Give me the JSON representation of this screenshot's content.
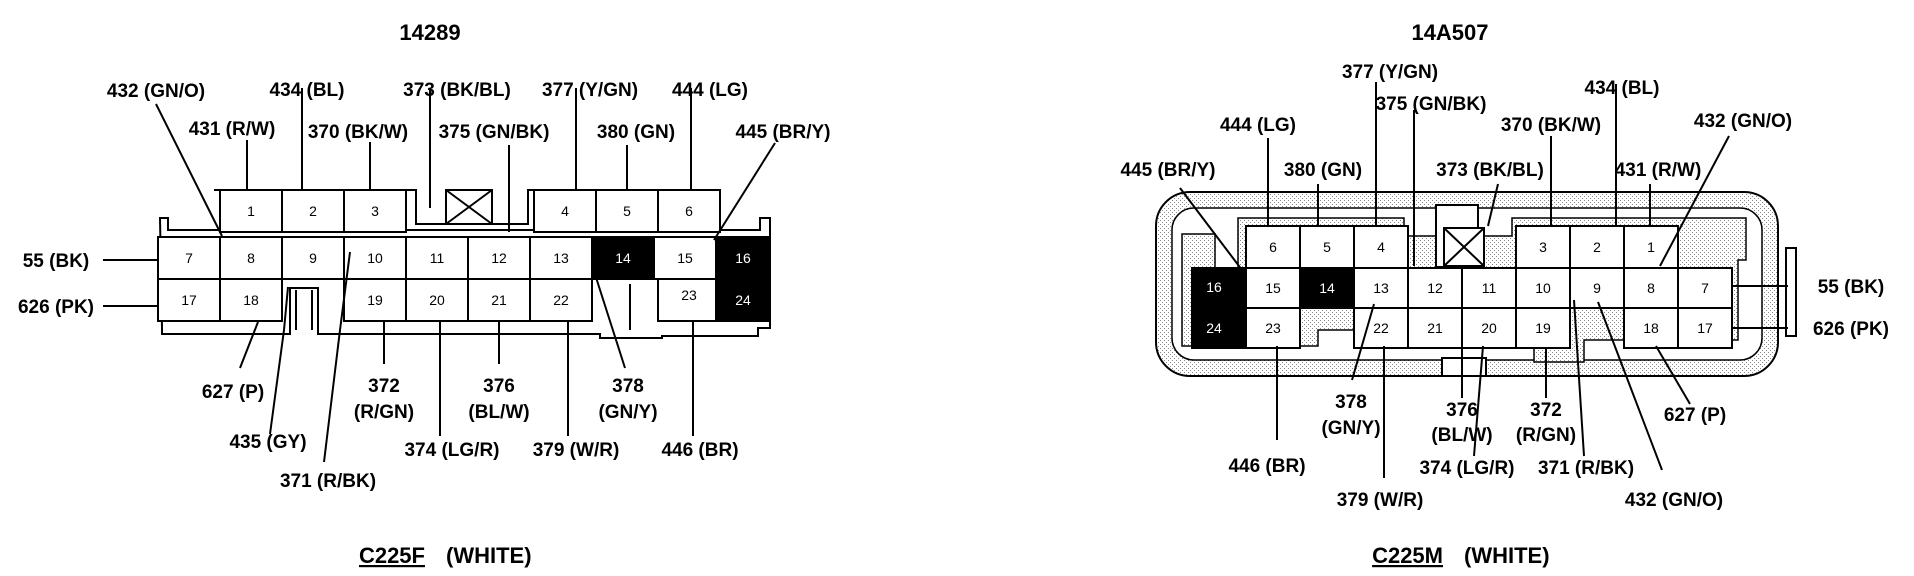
{
  "left": {
    "part": "14289",
    "connector": {
      "id": "C225F",
      "color": "(WHITE)"
    },
    "pins": {
      "p1": "1",
      "p2": "2",
      "p3": "3",
      "p4": "4",
      "p5": "5",
      "p6": "6",
      "p7": "7",
      "p8": "8",
      "p9": "9",
      "p10": "10",
      "p11": "11",
      "p12": "12",
      "p13": "13",
      "p14": "14",
      "p15": "15",
      "p16": "16",
      "p17": "17",
      "p18": "18",
      "p19": "19",
      "p20": "20",
      "p21": "21",
      "p22": "22",
      "p23": "23",
      "p24": "24"
    },
    "wires": {
      "w432": "432 (GN/O)",
      "w434": "434 (BL)",
      "w373": "373 (BK/BL)",
      "w377": "377 (Y/GN)",
      "w444": "444 (LG)",
      "w431": "431 (R/W)",
      "w370": "370 (BK/W)",
      "w375": "375 (GN/BK)",
      "w380": "380 (GN)",
      "w445": "445 (BR/Y)",
      "w55": "55 (BK)",
      "w626": "626 (PK)",
      "w627": "627 (P)",
      "w372a": "372",
      "w372b": "(R/GN)",
      "w376a": "376",
      "w376b": "(BL/W)",
      "w378a": "378",
      "w378b": "(GN/Y)",
      "w435": "435 (GY)",
      "w374": "374 (LG/R)",
      "w379": "379 (W/R)",
      "w446": "446 (BR)",
      "w371": "371 (R/BK)"
    }
  },
  "right": {
    "part": "14A507",
    "connector": {
      "id": "C225M",
      "color": "(WHITE)"
    },
    "pins": {
      "p1": "1",
      "p2": "2",
      "p3": "3",
      "p4": "4",
      "p5": "5",
      "p6": "6",
      "p7": "7",
      "p8": "8",
      "p9": "9",
      "p10": "10",
      "p11": "11",
      "p12": "12",
      "p13": "13",
      "p14": "14",
      "p15": "15",
      "p16": "16",
      "p17": "17",
      "p18": "18",
      "p19": "19",
      "p20": "20",
      "p21": "21",
      "p22": "22",
      "p23": "23",
      "p24": "24"
    },
    "wires": {
      "w377": "377 (Y/GN)",
      "w375": "375 (GN/BK)",
      "w434": "434 (BL)",
      "w444": "444 (LG)",
      "w370": "370 (BK/W)",
      "w432top": "432 (GN/O)",
      "w445": "445 (BR/Y)",
      "w380": "380 (GN)",
      "w373": "373 (BK/BL)",
      "w431": "431 (R/W)",
      "w55": "55 (BK)",
      "w626": "626 (PK)",
      "w378a": "378",
      "w378b": "(GN/Y)",
      "w376a": "376",
      "w376b": "(BL/W)",
      "w372a": "372",
      "w372b": "(R/GN)",
      "w627": "627 (P)",
      "w446": "446 (BR)",
      "w374": "374 (LG/R)",
      "w371": "371 (R/BK)",
      "w379": "379 (W/R)",
      "w432bot": "432 (GN/O)"
    }
  }
}
